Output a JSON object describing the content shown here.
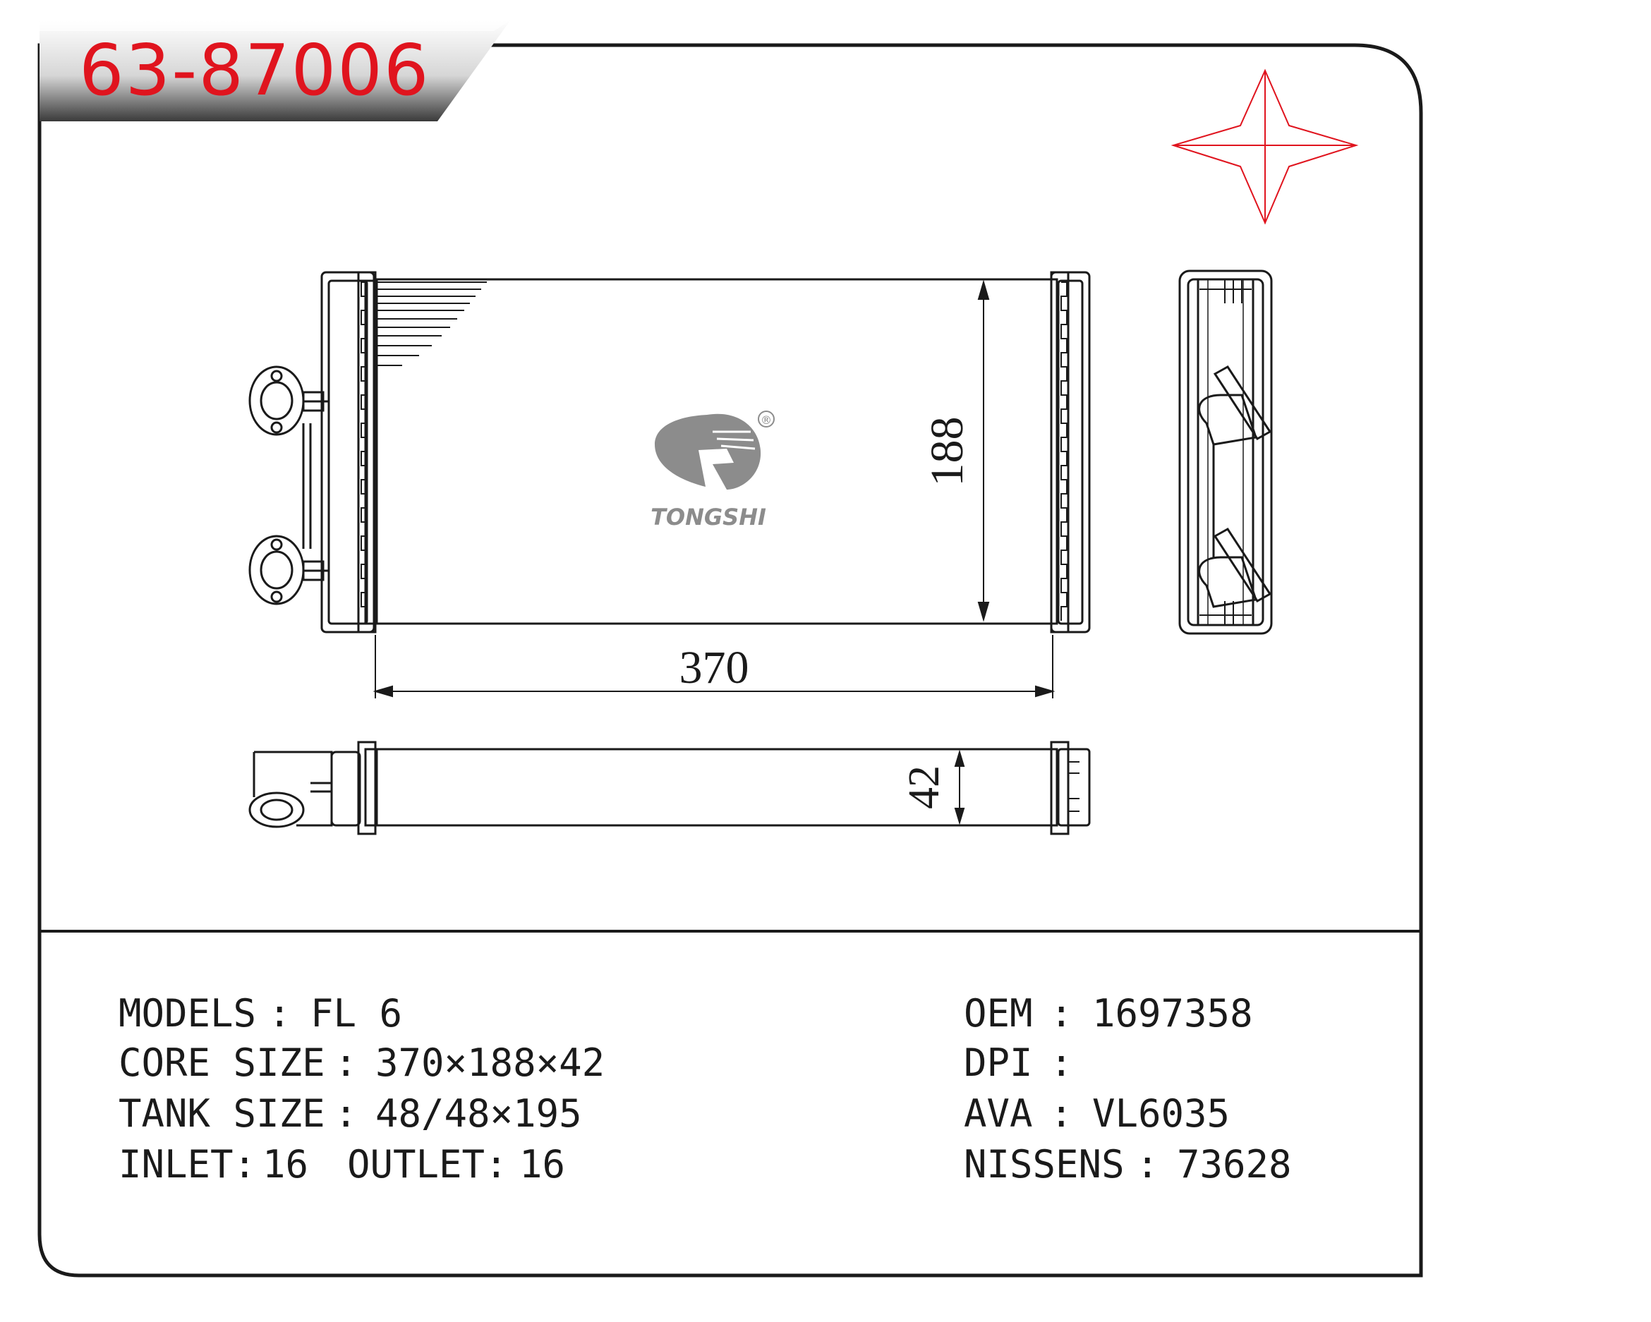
{
  "header": {
    "part_number": "63-87006"
  },
  "drawing": {
    "dimensions": {
      "width": "370",
      "height": "188",
      "depth": "42"
    },
    "logo": {
      "brand": "TONGSHI",
      "registered": "®"
    },
    "colors": {
      "line": "#1a1a1a",
      "accent": "#e0141e",
      "logo": "#8c8c8c"
    },
    "icons": [
      "compass-star-icon",
      "tongshi-logo"
    ]
  },
  "specs": {
    "models_label": "MODELS",
    "models_value": "FL 6",
    "core_label": "CORE SIZE",
    "core_value": "370×188×42",
    "tank_label": "TANK SIZE",
    "tank_value": "48/48×195",
    "inlet_label": "INLET:",
    "inlet_value": "16",
    "outlet_label": "OUTLET:",
    "outlet_value": "16",
    "oem_label": "OEM",
    "oem_value": "1697358",
    "dpi_label": "DPI",
    "dpi_value": "",
    "ava_label": "AVA",
    "ava_value": "VL6035",
    "nissens_label": "NISSENS",
    "nissens_value": "73628"
  }
}
